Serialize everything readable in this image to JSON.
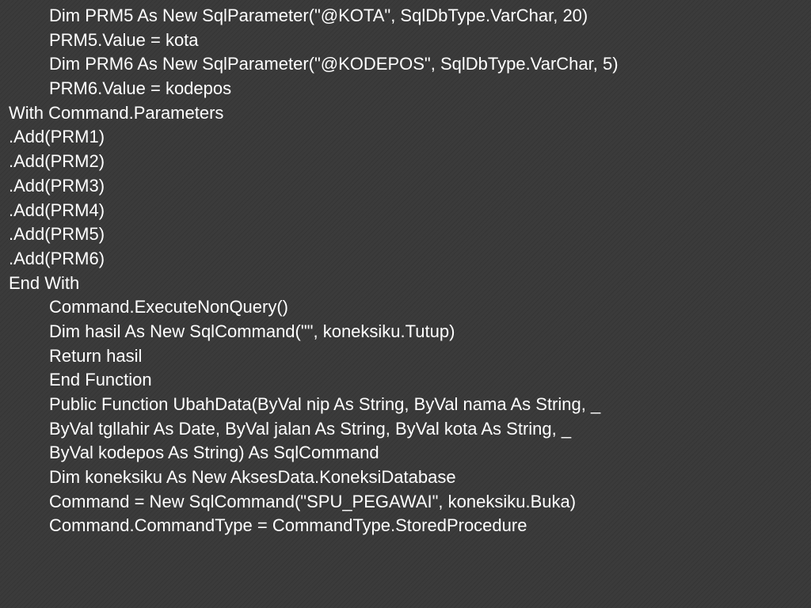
{
  "slide": {
    "background": "#3a3a3a",
    "text_color": "#ffffff",
    "lines": [
      {
        "text": "Dim PRM5 As New SqlParameter(\"@KOTA\", SqlDbType.VarChar, 20)",
        "indent": 1
      },
      {
        "text": "PRM5.Value = kota",
        "indent": 1
      },
      {
        "text": "Dim PRM6 As New SqlParameter(\"@KODEPOS\", SqlDbType.VarChar, 5)",
        "indent": 1
      },
      {
        "text": "PRM6.Value = kodepos",
        "indent": 1
      },
      {
        "text": "With Command.Parameters",
        "indent": 0
      },
      {
        "text": ".Add(PRM1)",
        "indent": 0
      },
      {
        "text": ".Add(PRM2)",
        "indent": 0
      },
      {
        "text": ".Add(PRM3)",
        "indent": 0
      },
      {
        "text": ".Add(PRM4)",
        "indent": 0
      },
      {
        "text": ".Add(PRM5)",
        "indent": 0
      },
      {
        "text": ".Add(PRM6)",
        "indent": 0
      },
      {
        "text": "End With",
        "indent": 0
      },
      {
        "text": "Command.ExecuteNonQuery()",
        "indent": 1
      },
      {
        "text": "Dim hasil As New SqlCommand(\"\", koneksiku.Tutup)",
        "indent": 1
      },
      {
        "text": "Return hasil",
        "indent": 1
      },
      {
        "text": "End Function",
        "indent": 1
      },
      {
        "text": "Public Function UbahData(ByVal nip As String, ByVal nama As String, _",
        "indent": 1
      },
      {
        "text": "ByVal tgllahir As Date, ByVal jalan As String, ByVal kota As String, _",
        "indent": 1
      },
      {
        "text": "ByVal kodepos As String) As SqlCommand",
        "indent": 1
      },
      {
        "text": "Dim koneksiku As New AksesData.KoneksiDatabase",
        "indent": 1
      },
      {
        "text": "Command = New SqlCommand(\"SPU_PEGAWAI\", koneksiku.Buka)",
        "indent": 1
      },
      {
        "text": "Command.CommandType = CommandType.StoredProcedure",
        "indent": 1
      }
    ]
  }
}
